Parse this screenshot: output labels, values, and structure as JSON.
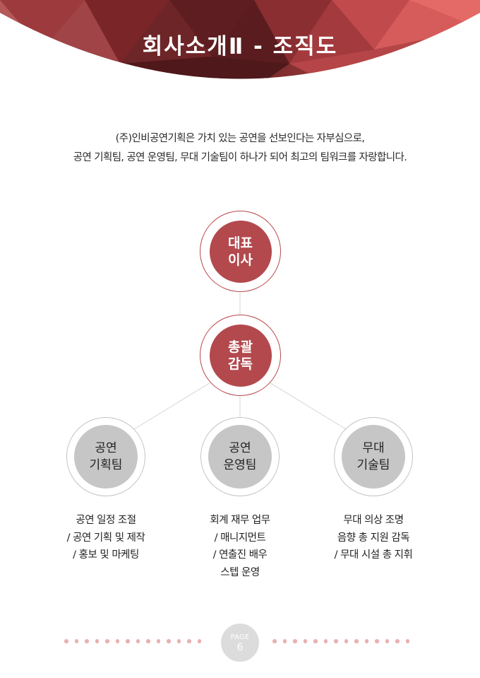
{
  "header": {
    "title": "회사소개Ⅱ - 조직도"
  },
  "intro": {
    "line1": "(주)인비공연기획은 가치 있는 공연을 선보인다는 자부심으로,",
    "line2": "공연 기획팀, 공연 운영팀, 무대 기술팀이 하나가 되어 최고의 팀워크를 자랑합니다."
  },
  "org": {
    "ceo": {
      "line1": "대표",
      "line2": "이사"
    },
    "director": {
      "line1": "총괄",
      "line2": "감독"
    },
    "teams": [
      {
        "line1": "공연",
        "line2": "기획팀",
        "desc": [
          "공연 일정 조절",
          "/ 공연 기획 및 제작",
          "/ 홍보 및 마케팅"
        ]
      },
      {
        "line1": "공연",
        "line2": "운영팀",
        "desc": [
          "회계 재무 업무",
          "/ 매니지먼트",
          "/ 연출진 배우",
          "스텝 운영"
        ]
      },
      {
        "line1": "무대",
        "line2": "기술팀",
        "desc": [
          "무대 의상 조명",
          "음향 총 지원 감독",
          "/ 무대 시설 총 지휘"
        ]
      }
    ]
  },
  "footer": {
    "page_label": "PAGE",
    "page_number": "6"
  },
  "colors": {
    "accent": "#b3494d",
    "team_circle": "#c6c6c6",
    "dots": "#e9b0b0"
  }
}
